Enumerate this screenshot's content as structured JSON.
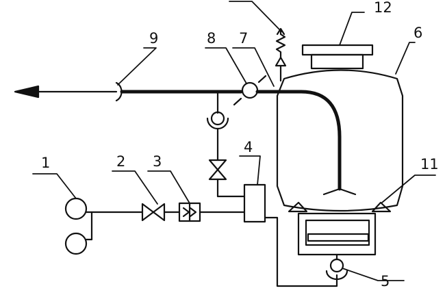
{
  "diagram": {
    "labels": [
      {
        "id": "1",
        "text": "1"
      },
      {
        "id": "2",
        "text": "2"
      },
      {
        "id": "3",
        "text": "3"
      },
      {
        "id": "4",
        "text": "4"
      },
      {
        "id": "5",
        "text": "5"
      },
      {
        "id": "6",
        "text": "6"
      },
      {
        "id": "7",
        "text": "7"
      },
      {
        "id": "8",
        "text": "8"
      },
      {
        "id": "9",
        "text": "9"
      },
      {
        "id": "11",
        "text": "11"
      },
      {
        "id": "12",
        "text": "12"
      }
    ]
  }
}
